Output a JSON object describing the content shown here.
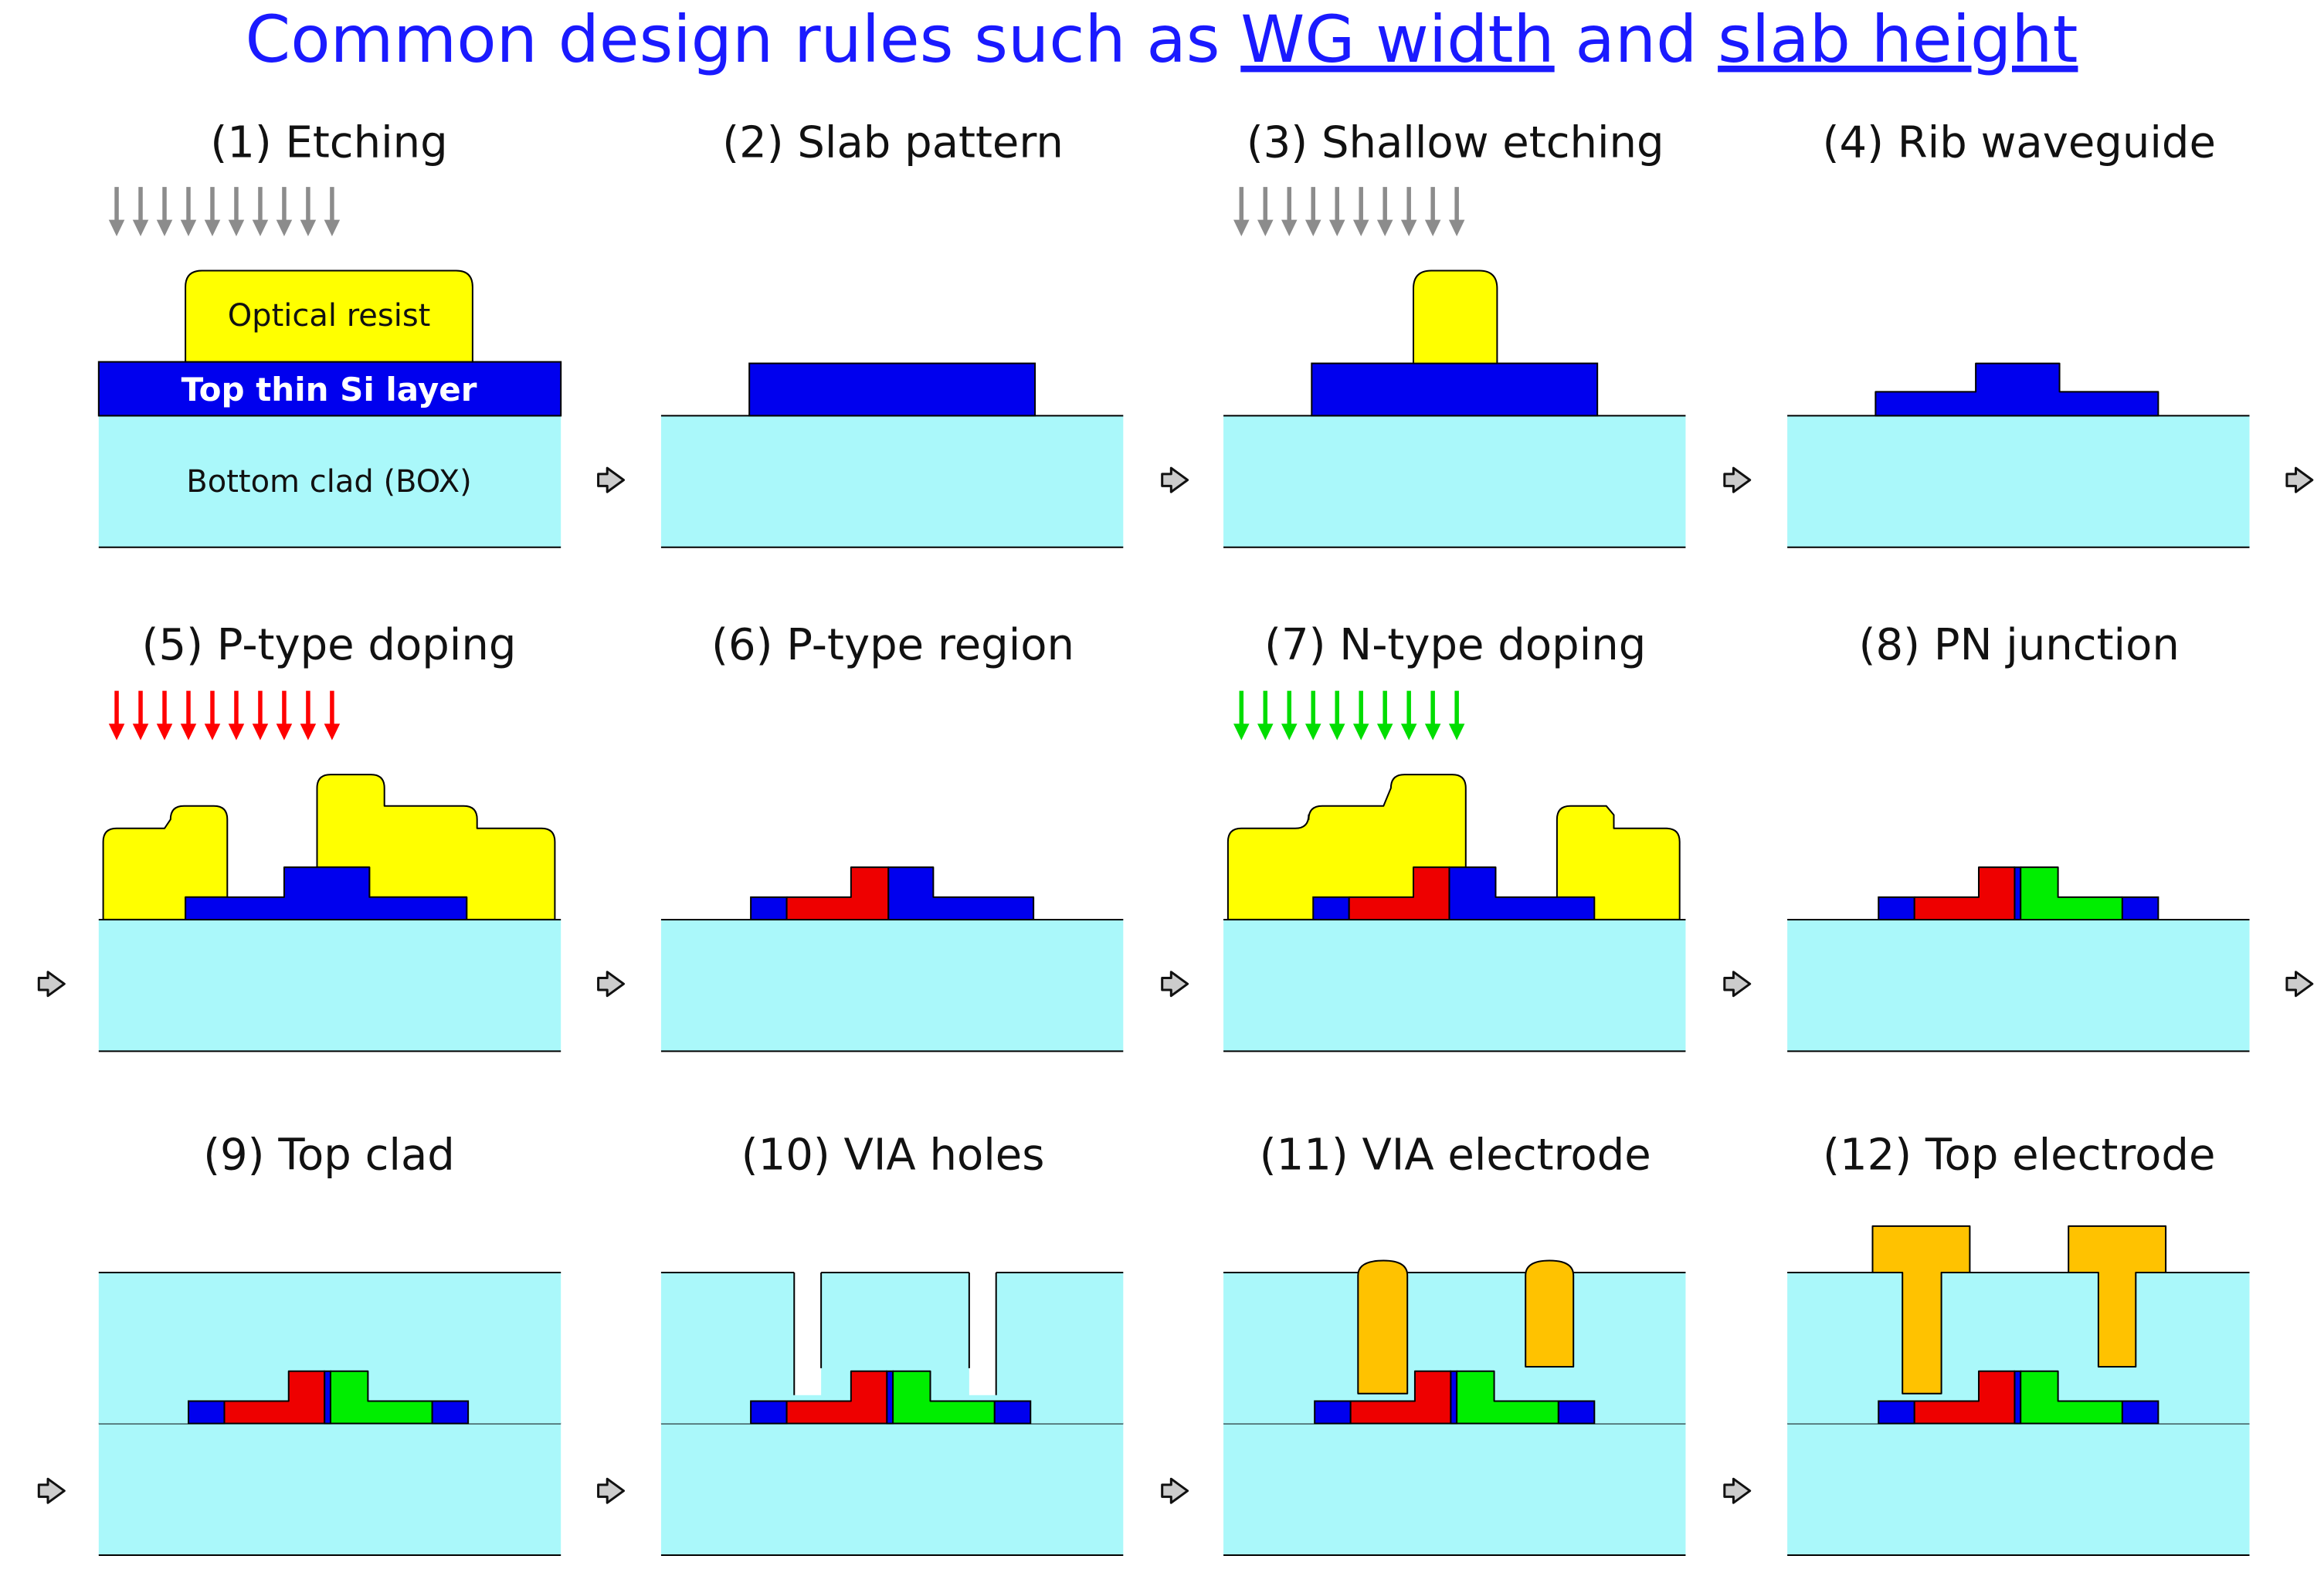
{
  "header": {
    "pre": "Common design rules such as ",
    "link1": "WG width",
    "mid": " and ",
    "link2": "slab height"
  },
  "steps": [
    {
      "label": "(1) Etching"
    },
    {
      "label": "(2) Slab pattern"
    },
    {
      "label": "(3) Shallow etching"
    },
    {
      "label": "(4) Rib waveguide"
    },
    {
      "label": "(5) P-type doping"
    },
    {
      "label": "(6) P-type region"
    },
    {
      "label": "(7) N-type doping"
    },
    {
      "label": "(8) PN junction"
    },
    {
      "label": "(9) Top clad"
    },
    {
      "label": "(10) VIA holes"
    },
    {
      "label": "(11) VIA electrode"
    },
    {
      "label": "(12) Top electrode"
    }
  ],
  "layers": {
    "resist": "Optical resist",
    "si": "Top thin Si layer",
    "box": "Bottom clad (BOX)"
  },
  "colors": {
    "title": "#1a1aff",
    "clad": "#aaf8fa",
    "silicon": "#0000ee",
    "resist": "#ffff00",
    "p_type": "#ee0000",
    "n_type": "#00ee00",
    "electrode": "#ffc200",
    "etch_arrow": "#8c8c8c",
    "p_dope_arrow": "#ff0000",
    "n_dope_arrow": "#00dd00",
    "step_arrow": "#cccccc"
  },
  "icons": {
    "process_arrow": "right-arrow-icon",
    "etch_arrow": "down-arrow-icon"
  }
}
